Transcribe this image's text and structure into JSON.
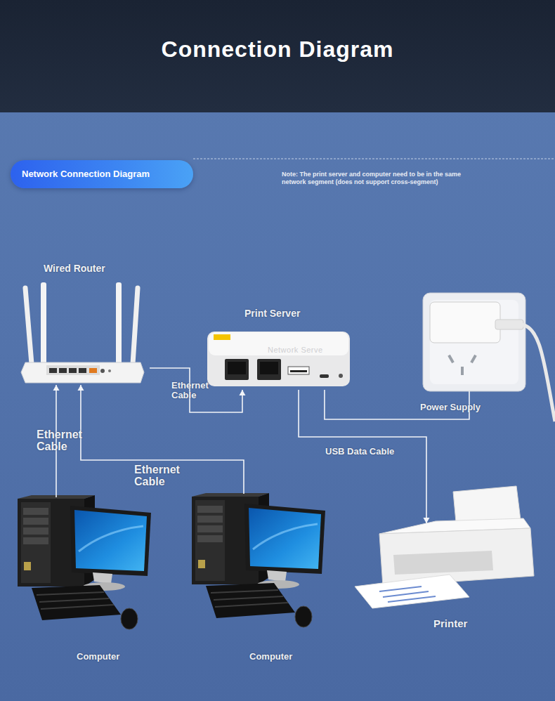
{
  "diagram": {
    "title": "Connection Diagram",
    "nodes": [
      {
        "text": [
          "Network Connection Diagram"
        ]
      },
      {
        "text": [
          "Wired Router"
        ]
      },
      {
        "text": [
          "Print Server",
          "Network Serve"
        ]
      },
      {
        "text": [
          "Power Supply"
        ]
      },
      {
        "text": [
          "Printer"
        ]
      },
      {
        "text": [
          "Computer"
        ]
      },
      {
        "text": [
          "Computer"
        ]
      }
    ],
    "edges": [
      {
        "from": 1,
        "to": 2,
        "label": "Ethernet Cable",
        "arrow": "to"
      },
      {
        "from": 5,
        "to": 1,
        "label": "Ethernet Cable",
        "arrow": "to"
      },
      {
        "from": 6,
        "to": 1,
        "label": "Ethernet Cable",
        "arrow": "to"
      },
      {
        "from": 2,
        "to": 4,
        "label": "USB Data Cable",
        "arrow": "to"
      },
      {
        "from": 2,
        "to": 3,
        "arrow": "none"
      }
    ],
    "labels": [
      "Note: The print server and computer need to be in the same network segment (does not support cross-segment)"
    ]
  }
}
